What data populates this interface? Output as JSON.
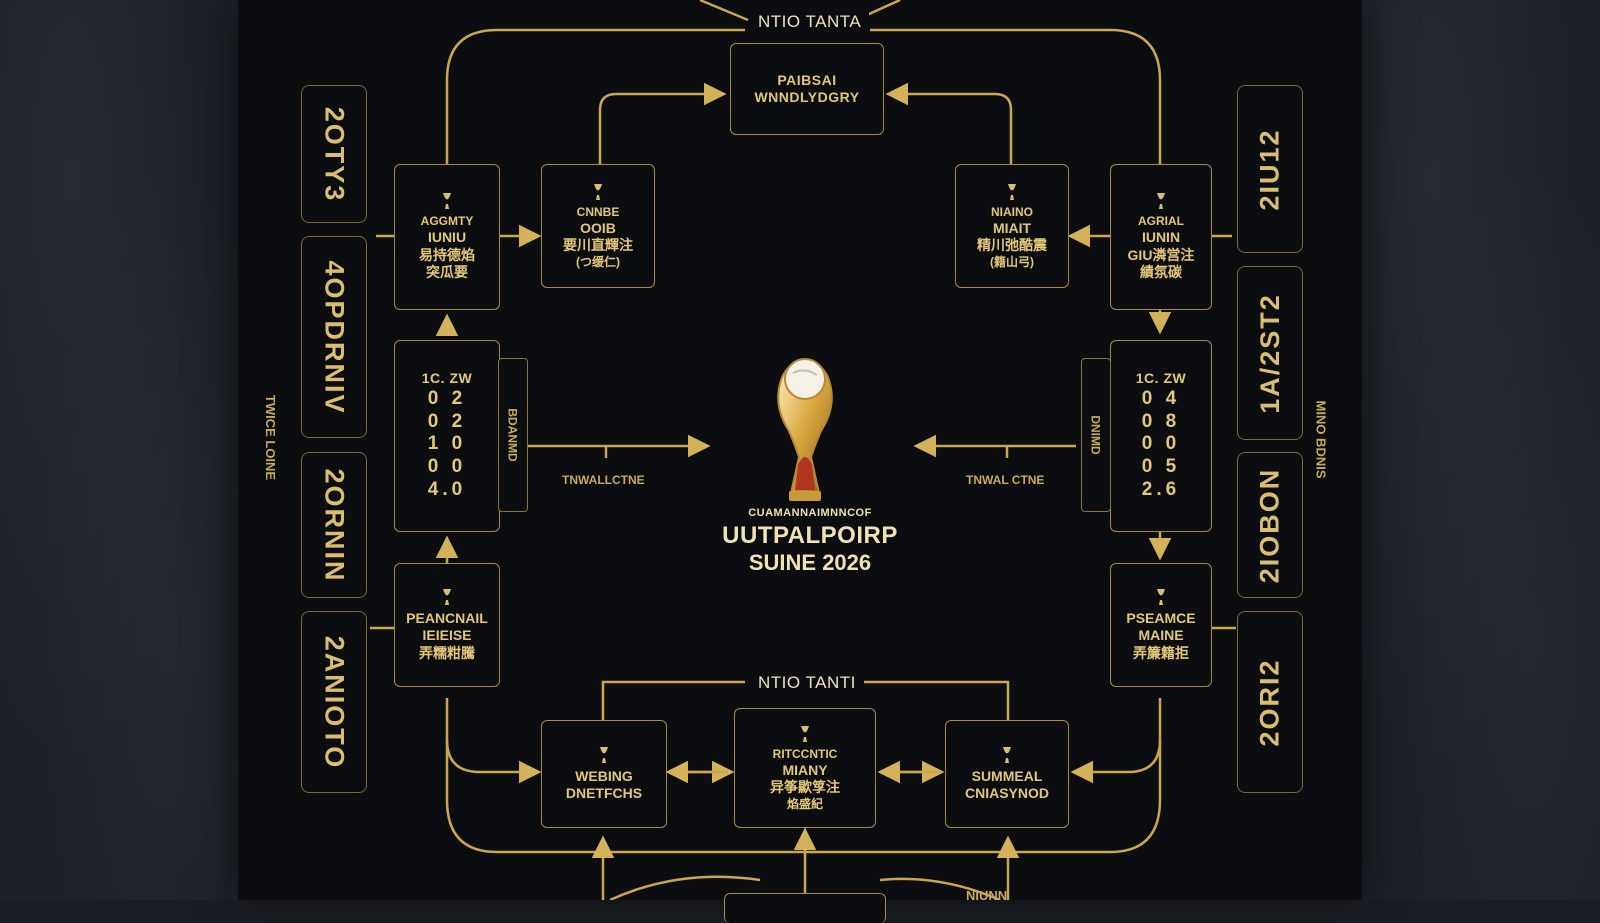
{
  "header": {
    "top": "NTIO TANTA",
    "bottom": "NTIO TANTI"
  },
  "top_box": {
    "line1": "PAIBSAI",
    "line2": "WNNDLYDGRY"
  },
  "left_column": {
    "r16_box": {
      "line1": "AGGMTY",
      "line2": "IUNIU",
      "line3": "易持德焰",
      "line4": "突瓜要"
    },
    "qf_box": {
      "line1": "CNNBE",
      "line2": "OOIB",
      "line3": "要川直輝注",
      "line4": "(つ缓仁)"
    },
    "score_box": {
      "line1": "1C. ZW",
      "rows": [
        "0 2",
        "0 2",
        "1 0",
        "0 0",
        "4.0"
      ]
    },
    "side_tag": "BDANMD",
    "lower_box": {
      "line1": "PEANCNAIL",
      "line2": "IEIEISE",
      "line3": "弄糯粓騰"
    },
    "arrow_label": "TNWALLCTNE",
    "vert_label": "TWICE LOINE"
  },
  "right_column": {
    "r16_box": {
      "line1": "AGRIAL",
      "line2": "IUNIN",
      "line3": "GIU潾営注",
      "line4": "績氛碳"
    },
    "qf_box": {
      "line1": "NIAINO",
      "line2": "MIAIT",
      "line3": "精川弛酷震",
      "line4": "(籍山弓)"
    },
    "score_box": {
      "line1": "1C. ZW",
      "rows": [
        "0 4",
        "0 8",
        "0 0",
        "0 5",
        "2.6"
      ]
    },
    "side_tag": "DNIMD",
    "lower_box": {
      "line1": "PSEAMCE",
      "line2": "MAINE",
      "line3": "弄簾籍拒"
    },
    "arrow_label": "TNWAL CTNE",
    "vert_label": "MINO BDNIS"
  },
  "bottom_row": {
    "left_box": {
      "line1": "WEBING",
      "line2": "DNETFCHS"
    },
    "center_box": {
      "line1": "RITCCNTIC",
      "line2": "MIANY",
      "line3": "异筝歞筟注",
      "line4": "焰盛紀"
    },
    "right_box": {
      "line1": "SUMMEAL",
      "line2": "CNIASYNOD"
    }
  },
  "side_tabs_left": [
    "2OTY3",
    "4OPDRNIV",
    "2ORNIN",
    "2ANIOTO"
  ],
  "side_tabs_right": [
    "2IU12",
    "1A/2ST2",
    "2IOBON",
    "2ORI2"
  ],
  "trophy": {
    "caption_small": "CUAMANNAIMNNCOF",
    "title_line1": "UUTPALPOIRP",
    "title_line2": "SUINE 2026"
  },
  "bottom_footer_fragment": "NIUNN",
  "colors": {
    "gold": "#c9a449",
    "gold_light": "#e3c77a",
    "panel": "#0b0d10",
    "backdrop": "#1b1f25"
  }
}
